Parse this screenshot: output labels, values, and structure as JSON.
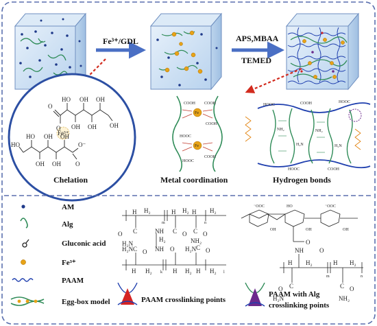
{
  "steps": {
    "step1": "Fe³⁺/GDL",
    "step2_line1": "APS,MBAA",
    "step2_line2": "TEMED"
  },
  "panels": {
    "chelation": "Chelation",
    "metal_coordination": "Metal coordination",
    "hydrogen_bonds": "Hydrogen bonds"
  },
  "chem": {
    "oh": "OH",
    "ho": "HO",
    "o": "O",
    "o_minus": "O⁻",
    "fe": "Fe³⁺",
    "fe_short": "Fe",
    "cooh": "COOH",
    "hooc": "HOOC",
    "nh2": "NH₂",
    "h2n": "H₂N",
    "nh": "NH",
    "h2": "H₂",
    "ch": "C",
    "h": "H",
    "m": "m",
    "n": "n",
    "k": "k",
    "l": "l",
    "ooc": "⁻OOC"
  },
  "legend": {
    "am": "AM",
    "alg": "Alg",
    "gluconic": "Gluconic acid",
    "fe": "Fe³⁺",
    "paam": "PAAM",
    "eggbox": "Egg-box model",
    "paam_points": "PAAM  crosslinking points",
    "paam_alg_line1": "PAAM with Alg",
    "paam_alg_line2": "crosslinking points"
  },
  "colors": {
    "frame": "#5a6fae",
    "cube_face": "#cfe2f4",
    "am_dot": "#1f3a8a",
    "alg": "#2e8b57",
    "fe": "#e8a317",
    "paam": "#1f3fae",
    "arrow": "#4a6fc4",
    "red_arrow": "#d22b1e",
    "crosslink_red": "#d42424",
    "crosslink_purple": "#6b2a8c",
    "gluconic_orange": "#e07b00",
    "cooh_red": "#c0392b"
  }
}
